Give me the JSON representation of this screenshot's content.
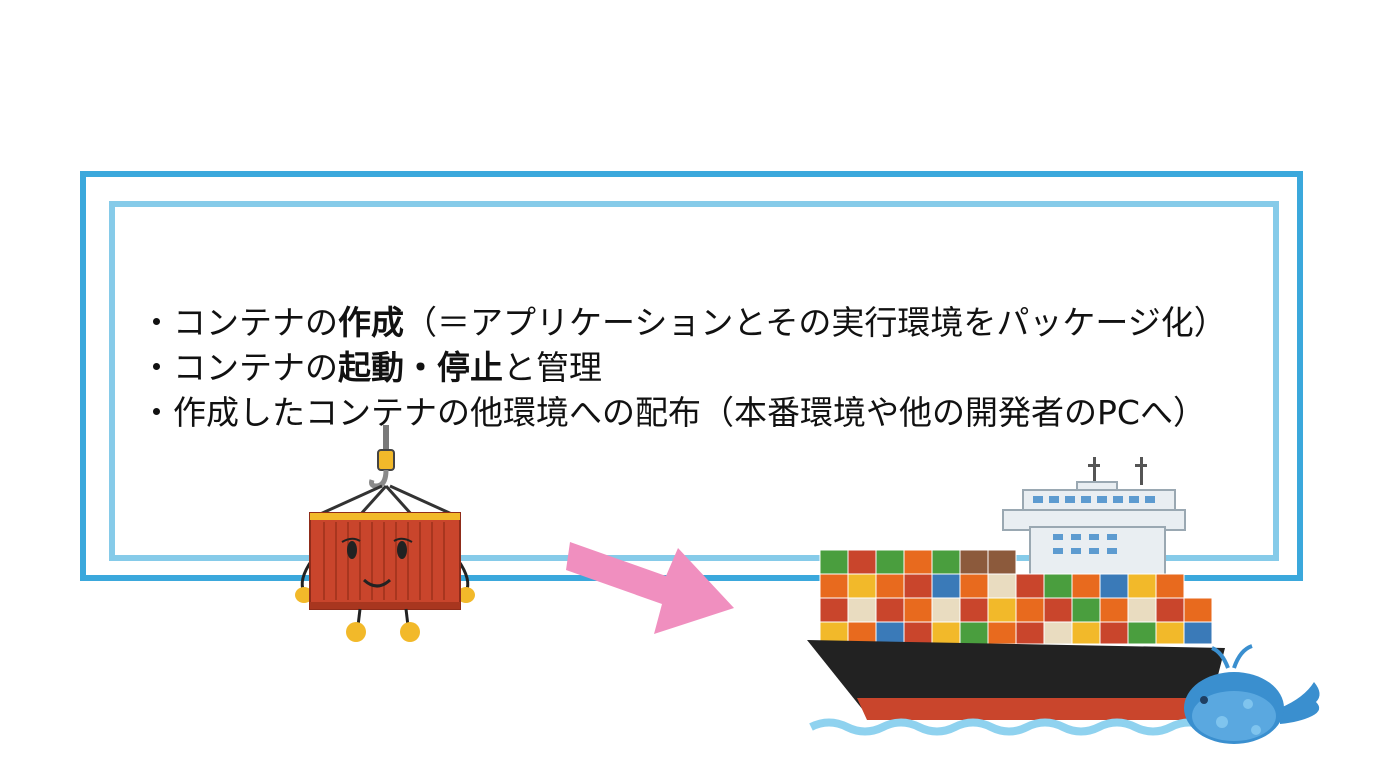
{
  "bullets": [
    {
      "dot": "・",
      "pre": "コンテナの",
      "bold1": "作成",
      "post": "（＝アプリケーションとその実行環境をパッケージ化）"
    },
    {
      "dot": "・",
      "pre": "コンテナの",
      "bold1": "起動",
      "mid": "・",
      "bold2": "停止",
      "post": "と管理"
    },
    {
      "dot": "・",
      "text": "作成したコンテナの他環境への配布（本番環境や他の開発者のPCへ）"
    }
  ],
  "illustrations": {
    "container_character": "hanging-container-icon",
    "arrow": "arrow-icon",
    "ship": "container-ship-icon",
    "whale": "whale-icon"
  },
  "colors": {
    "outer_frame": "#3ba8dc",
    "inner_frame": "#86cbe9",
    "container": "#c9452c",
    "arrow": "#f08fbf",
    "ship_hull": "#222222",
    "whale": "#3a8fcf"
  }
}
